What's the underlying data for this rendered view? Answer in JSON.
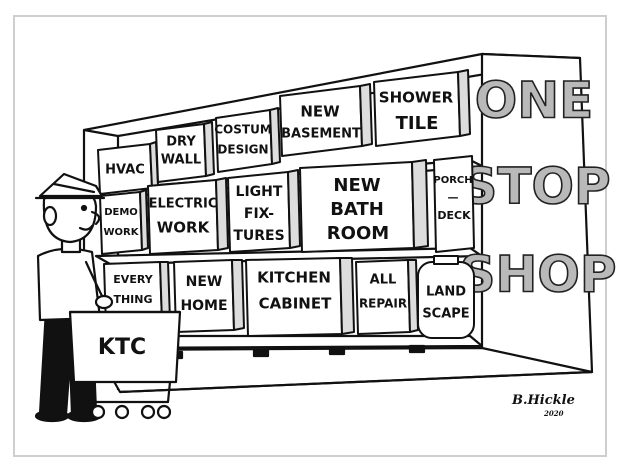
{
  "sign": {
    "line1": "ONE",
    "line2": "STOP",
    "line3": "SHOP"
  },
  "boxes": {
    "hvac": "HVAC",
    "dry_wall": [
      "DRY",
      "WALL"
    ],
    "costum_design": [
      "COSTUM",
      "DESIGN"
    ],
    "new_basement": [
      "NEW",
      "BASEMENT"
    ],
    "shower_tile": [
      "SHOWER",
      "TILE"
    ],
    "demo_work": [
      "DEMO",
      "WORK"
    ],
    "electric_work": [
      "ELECTRIC",
      "WORK"
    ],
    "light_fixtures": [
      "LIGHT",
      "FIX-",
      "TURES"
    ],
    "new_bath_room": [
      "NEW",
      "BATH",
      "ROOM"
    ],
    "porch_deck": [
      "PORCH",
      "—",
      "DECK"
    ],
    "every_thing": [
      "EVERY",
      "THING"
    ],
    "new_home": [
      "NEW",
      "HOME"
    ],
    "kitchen_cabinet": [
      "KITCHEN",
      "CABINET"
    ],
    "all_repair": [
      "ALL",
      "REPAIR"
    ],
    "land_scape": [
      "LAND",
      "SCAPE"
    ]
  },
  "cart": {
    "label": "KTC"
  },
  "signature": {
    "name": "B.Hickle",
    "year": "2020"
  },
  "colors": {
    "ink": "#111111",
    "paper": "#ffffff",
    "shade": "#b9b9b9",
    "frame": "#cfcfcf"
  }
}
